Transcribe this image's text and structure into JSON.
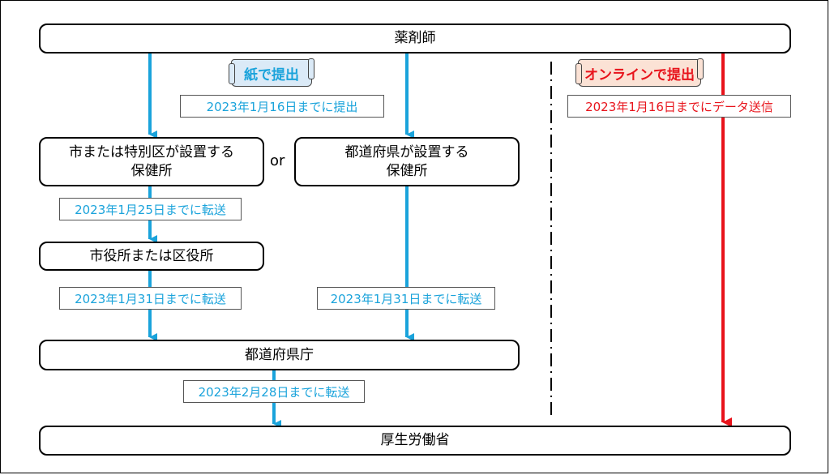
{
  "nodes": {
    "pharmacist": "薬剤師",
    "city_health_center_line1": "市または特別区が設置する",
    "city_health_center_line2": "保健所",
    "pref_health_center_line1": "都道府県が設置する",
    "pref_health_center_line2": "保健所",
    "city_office": "市役所または区役所",
    "pref_office": "都道府県庁",
    "ministry": "厚生労働省"
  },
  "or_text": "or",
  "methods": {
    "paper": "紙で提出",
    "online": "オンラインで提出"
  },
  "deadlines": {
    "paper_submit": "2023年1月16日までに提出",
    "online_submit": "2023年1月16日までにデータ送信",
    "city_to_office": "2023年1月25日までに転送",
    "office_to_pref": "2023年1月31日までに転送",
    "pref_hc_to_pref": "2023年1月31日までに転送",
    "pref_to_ministry": "2023年2月28日までに転送"
  },
  "colors": {
    "paper_flow": "#1aa3db",
    "online_flow": "#e8131b",
    "box_border": "#000000"
  }
}
